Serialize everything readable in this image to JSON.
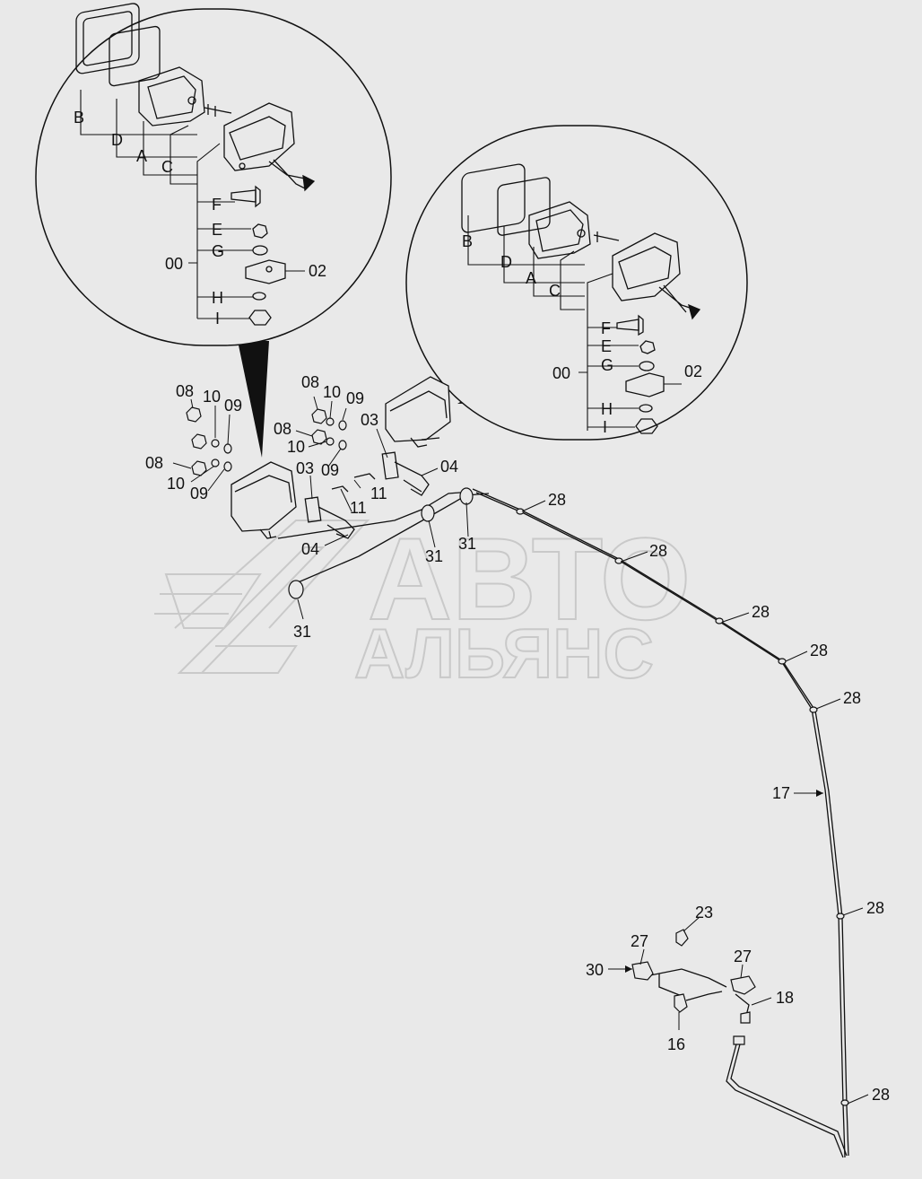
{
  "watermark": {
    "line1": "АВТО",
    "line2": "АЛЬЯНС"
  },
  "detail_labels": [
    "B",
    "D",
    "A",
    "C",
    "F",
    "E",
    "G",
    "00",
    "02",
    "H",
    "I"
  ],
  "part_numbers": {
    "p08": "08",
    "p10": "10",
    "p09": "09",
    "p03": "03",
    "p11": "11",
    "p04": "04",
    "p31": "31",
    "p28": "28",
    "p17": "17",
    "p23": "23",
    "p27": "27",
    "p30": "30",
    "p18": "18",
    "p16": "16"
  }
}
